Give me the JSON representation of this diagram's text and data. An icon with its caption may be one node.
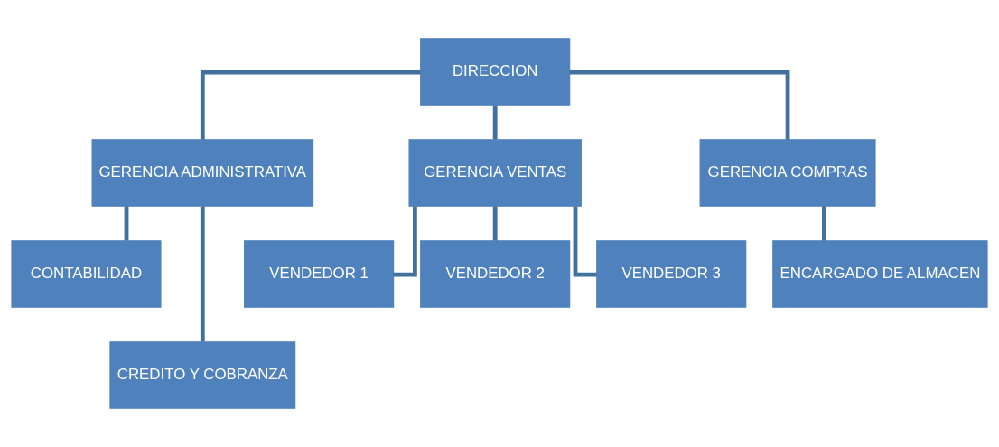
{
  "diagram": {
    "nodes": [
      {
        "text": [
          "DIRECCION"
        ]
      },
      {
        "text": [
          "GERENCIA ADMINISTRATIVA"
        ]
      },
      {
        "text": [
          "GERENCIA VENTAS"
        ]
      },
      {
        "text": [
          "GERENCIA COMPRAS"
        ]
      },
      {
        "text": [
          "CONTABILIDAD"
        ]
      },
      {
        "text": [
          "VENDEDOR 1"
        ]
      },
      {
        "text": [
          "VENDEDOR 2"
        ]
      },
      {
        "text": [
          "VENDEDOR 3"
        ]
      },
      {
        "text": [
          "ENCARGADO DE ALMACEN"
        ]
      },
      {
        "text": [
          "CREDITO Y COBRANZA"
        ]
      }
    ],
    "edges": [
      {
        "from": 0,
        "to": 1,
        "arrow": "none"
      },
      {
        "from": 0,
        "to": 2,
        "arrow": "none"
      },
      {
        "from": 0,
        "to": 3,
        "arrow": "none"
      },
      {
        "from": 1,
        "to": 4,
        "arrow": "none"
      },
      {
        "from": 1,
        "to": 9,
        "arrow": "none"
      },
      {
        "from": 2,
        "to": 5,
        "arrow": "none"
      },
      {
        "from": 2,
        "to": 6,
        "arrow": "none"
      },
      {
        "from": 2,
        "to": 7,
        "arrow": "none"
      },
      {
        "from": 3,
        "to": 8,
        "arrow": "none"
      }
    ]
  }
}
